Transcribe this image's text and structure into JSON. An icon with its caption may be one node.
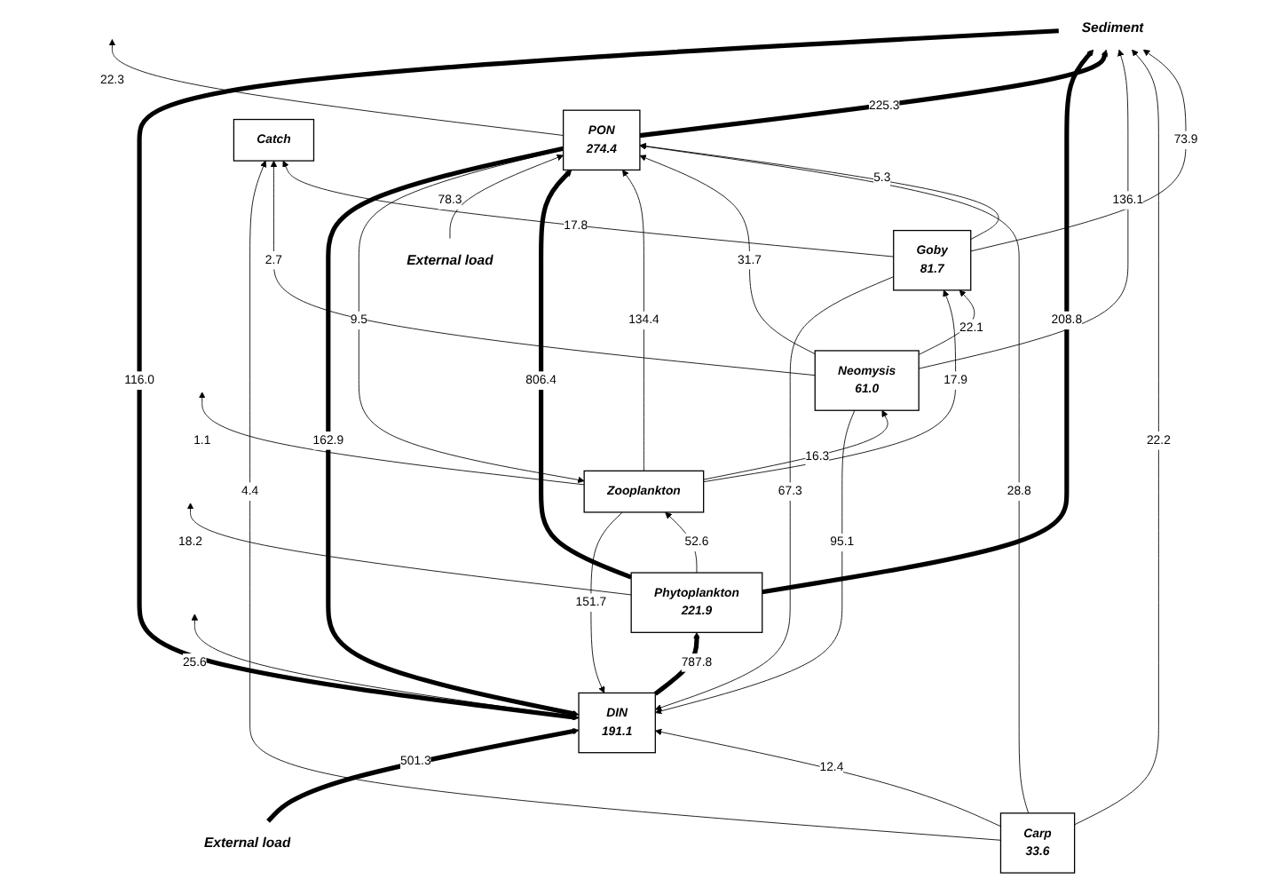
{
  "diagram": {
    "nodes": [
      {
        "text": [
          "Catch"
        ]
      },
      {
        "text": [
          "Goby",
          "81.7"
        ]
      },
      {
        "text": [
          "Carp",
          "33.6"
        ]
      },
      {
        "text": [
          "Neomysis",
          "61.0"
        ]
      },
      {
        "text": [
          "Zooplankton"
        ]
      },
      {
        "text": [
          "Phytoplankton",
          "221.9"
        ]
      },
      {
        "text": [
          "PON",
          "274.4"
        ]
      },
      {
        "text": [
          "DIN",
          "191.1"
        ]
      },
      {
        "text": [
          "Sediment"
        ]
      },
      {
        "text": [
          "External load"
        ]
      },
      {
        "text": [
          "External load"
        ]
      }
    ],
    "edges": [
      {
        "from": 1,
        "to": 0,
        "arrow": "to",
        "label": "17.8"
      },
      {
        "from": 3,
        "to": 0,
        "arrow": "to",
        "label": "2.7"
      },
      {
        "from": 2,
        "to": 0,
        "arrow": "to",
        "label": "4.4"
      },
      {
        "from": 3,
        "to": 1,
        "arrow": "to",
        "label": "22.1"
      },
      {
        "from": 4,
        "to": 1,
        "arrow": "to",
        "label": "17.9"
      },
      {
        "from": 4,
        "to": 3,
        "arrow": "to",
        "label": "16.3"
      },
      {
        "from": 6,
        "to": 4,
        "arrow": "to",
        "label": "9.5"
      },
      {
        "from": 5,
        "to": 4,
        "arrow": "to",
        "label": "52.6"
      },
      {
        "from": 4,
        "to": null,
        "arrow": "to",
        "label": "1.1"
      },
      {
        "from": 5,
        "to": null,
        "arrow": "to",
        "label": "18.2"
      },
      {
        "from": 1,
        "to": 8,
        "arrow": "to",
        "label": "73.9"
      },
      {
        "from": 1,
        "to": 6,
        "arrow": "to",
        "label": "5.3"
      },
      {
        "from": 2,
        "to": 6,
        "arrow": "to",
        "label": "28.8"
      },
      {
        "from": 3,
        "to": 6,
        "arrow": "to",
        "label": "31.7"
      },
      {
        "from": 4,
        "to": 6,
        "arrow": "to",
        "label": "134.4"
      },
      {
        "from": 4,
        "to": 7,
        "arrow": "to",
        "label": "151.7"
      },
      {
        "from": 3,
        "to": 7,
        "arrow": "to",
        "label": "95.1"
      },
      {
        "from": 1,
        "to": 7,
        "arrow": "to",
        "label": "67.3"
      },
      {
        "from": 2,
        "to": 7,
        "arrow": "to",
        "label": "12.4"
      },
      {
        "from": 2,
        "to": 8,
        "arrow": "to",
        "label": "22.2"
      },
      {
        "from": 3,
        "to": 8,
        "arrow": "to",
        "label": "136.1"
      },
      {
        "from": 5,
        "to": 6,
        "arrow": "to",
        "label": "806.4",
        "style": "thick"
      },
      {
        "from": 7,
        "to": 5,
        "arrow": "to",
        "label": "787.8",
        "style": "thick"
      },
      {
        "from": 9,
        "to": 6,
        "arrow": "to",
        "label": "78.3"
      },
      {
        "from": 6,
        "to": null,
        "arrow": "to",
        "label": "22.3"
      },
      {
        "from": 10,
        "to": 7,
        "arrow": "to",
        "label": "501.3",
        "style": "thick"
      },
      {
        "from": 7,
        "to": null,
        "arrow": "to",
        "label": "25.6"
      },
      {
        "from": 6,
        "to": 7,
        "arrow": "to",
        "label": "162.9",
        "style": "thick"
      },
      {
        "from": 6,
        "to": 8,
        "arrow": "to",
        "label": "225.3",
        "style": "thick"
      },
      {
        "from": 5,
        "to": 8,
        "arrow": "to",
        "label": "208.8",
        "style": "thick"
      },
      {
        "from": 8,
        "to": 7,
        "arrow": "to",
        "label": "116.0",
        "style": "thick"
      }
    ]
  }
}
